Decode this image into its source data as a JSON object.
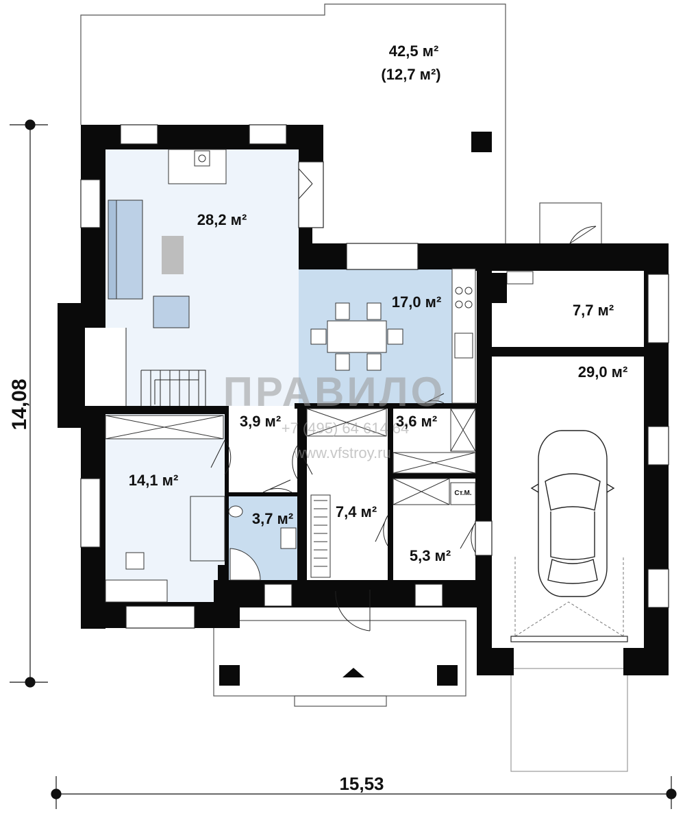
{
  "rooms": {
    "terrace_area": "42,5 м²",
    "terrace_sub": "(12,7 м²)",
    "living": "28,2 м²",
    "dining": "17,0 м²",
    "boiler": "7,7 м²",
    "garage": "29,0 м²",
    "guest": "14,1 м²",
    "hall": "3,9 м²",
    "storage": "3,6 м²",
    "bath": "3,7 м²",
    "entry": "7,4 м²",
    "utility": "5,3 м²",
    "closet_tag": "Ст.М."
  },
  "dimensions": {
    "height": "14,08",
    "width": "15,53"
  },
  "watermark": {
    "brand": "ПРАВИЛО",
    "phone": "+7 (495) 64 614 64",
    "site": "www.vfstroy.ru"
  },
  "colors": {
    "wall": "#0a0a0a",
    "living_fill": "#eef4fb",
    "dining_fill": "#c9ddef",
    "bath_fill": "#c9ddef",
    "furniture": "#bcd0e6"
  }
}
